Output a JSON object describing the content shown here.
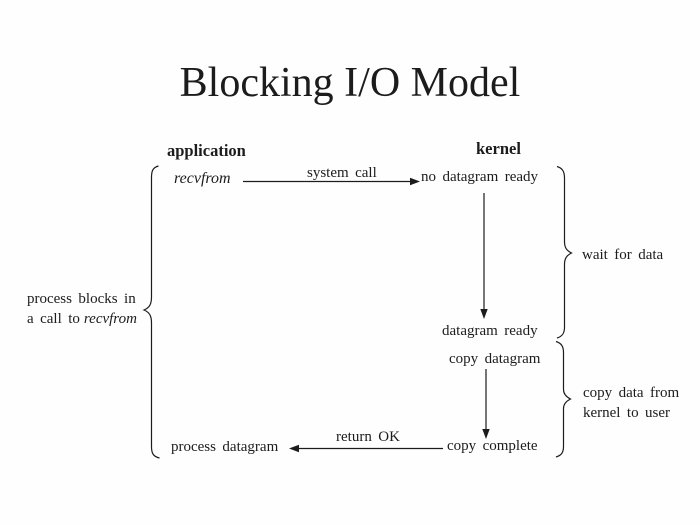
{
  "slide": {
    "title": "Blocking I/O Model"
  },
  "headers": {
    "application": "application",
    "kernel": "kernel"
  },
  "app_column": {
    "recvfrom": "recvfrom",
    "process_datagram": "process datagram"
  },
  "kernel_column": {
    "no_datagram_ready": "no datagram ready",
    "datagram_ready": "datagram ready",
    "copy_datagram": "copy datagram",
    "copy_complete": "copy complete"
  },
  "arrow_labels": {
    "system_call": "system call",
    "return_ok": "return OK"
  },
  "side_notes": {
    "process_blocks_line1": "process blocks in",
    "process_blocks_line2_plain": "a call to",
    "process_blocks_line2_italic": "recvfrom",
    "wait_for_data": "wait for data",
    "copy_data_line1": "copy data from",
    "copy_data_line2": "kernel to user"
  },
  "colors": {
    "ink": "#1c1c1c",
    "background": "#fefefe"
  }
}
